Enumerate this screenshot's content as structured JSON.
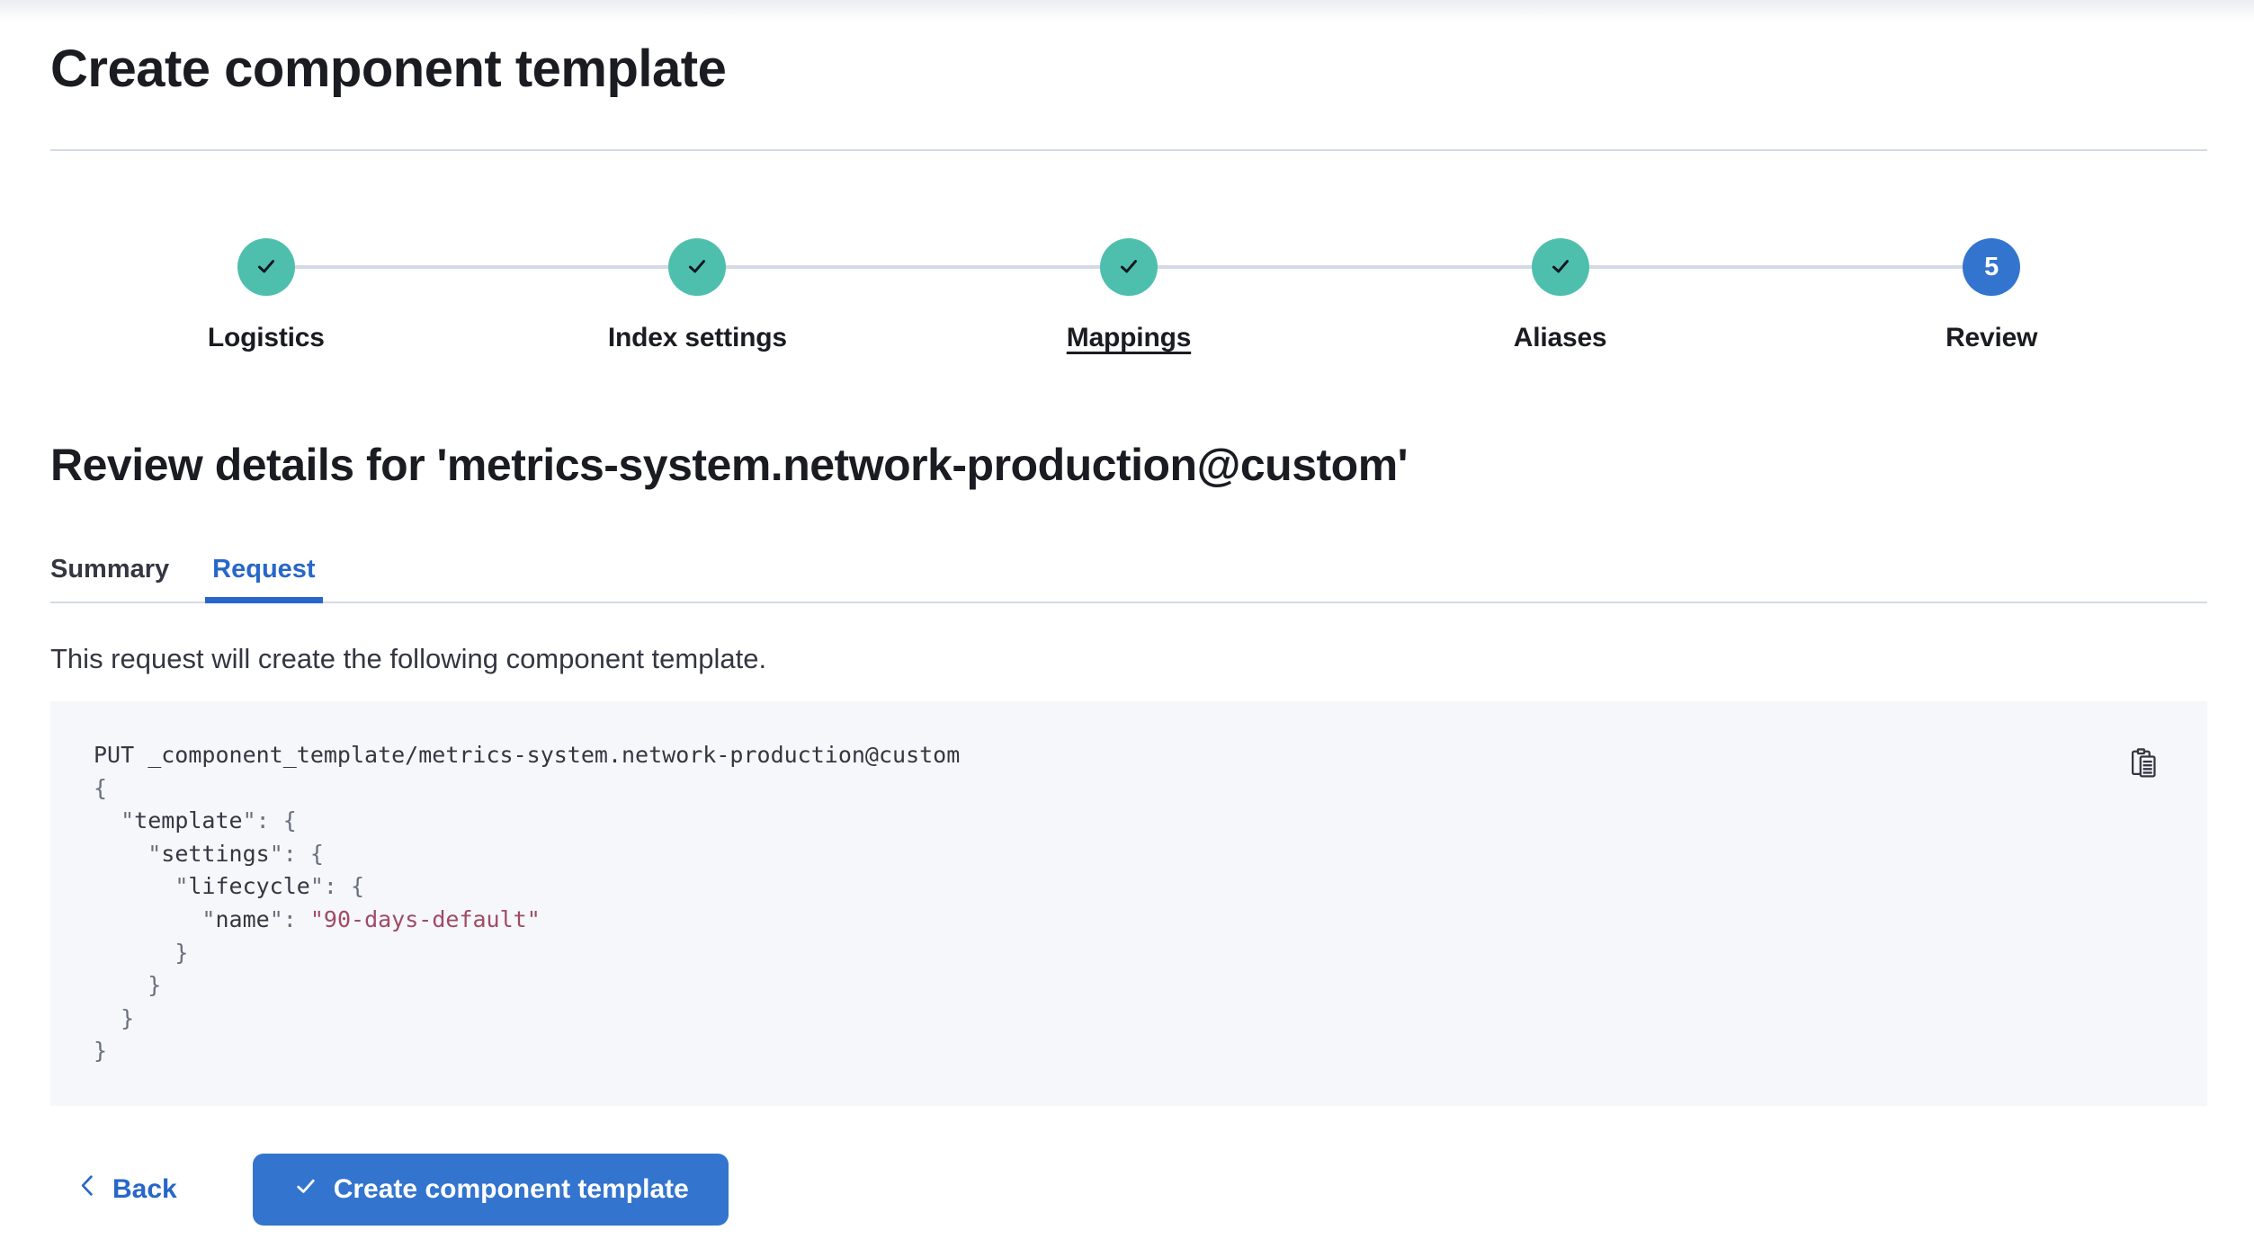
{
  "header": {
    "title": "Create component template"
  },
  "stepper": {
    "steps": [
      {
        "label": "Logistics",
        "status": "complete"
      },
      {
        "label": "Index settings",
        "status": "complete"
      },
      {
        "label": "Mappings",
        "status": "complete",
        "underlined": true
      },
      {
        "label": "Aliases",
        "status": "complete"
      },
      {
        "label": "Review",
        "status": "current",
        "number": "5"
      }
    ]
  },
  "review": {
    "heading": "Review details for 'metrics-system.network-production@custom'"
  },
  "tabs": [
    {
      "label": "Summary",
      "active": false
    },
    {
      "label": "Request",
      "active": true
    }
  ],
  "request": {
    "description": "This request will create the following component template.",
    "code_lines": [
      [
        {
          "t": "PUT _component_template/metrics-system.network-production@custom",
          "c": "plain"
        }
      ],
      [
        {
          "t": "{",
          "c": "punct"
        }
      ],
      [
        {
          "t": "  ",
          "c": "plain"
        },
        {
          "t": "\"",
          "c": "punct"
        },
        {
          "t": "template",
          "c": "key"
        },
        {
          "t": "\"",
          "c": "punct"
        },
        {
          "t": ": ",
          "c": "punct"
        },
        {
          "t": "{",
          "c": "punct"
        }
      ],
      [
        {
          "t": "    ",
          "c": "plain"
        },
        {
          "t": "\"",
          "c": "punct"
        },
        {
          "t": "settings",
          "c": "key"
        },
        {
          "t": "\"",
          "c": "punct"
        },
        {
          "t": ": ",
          "c": "punct"
        },
        {
          "t": "{",
          "c": "punct"
        }
      ],
      [
        {
          "t": "      ",
          "c": "plain"
        },
        {
          "t": "\"",
          "c": "punct"
        },
        {
          "t": "lifecycle",
          "c": "key"
        },
        {
          "t": "\"",
          "c": "punct"
        },
        {
          "t": ": ",
          "c": "punct"
        },
        {
          "t": "{",
          "c": "punct"
        }
      ],
      [
        {
          "t": "        ",
          "c": "plain"
        },
        {
          "t": "\"",
          "c": "punct"
        },
        {
          "t": "name",
          "c": "key"
        },
        {
          "t": "\"",
          "c": "punct"
        },
        {
          "t": ": ",
          "c": "punct"
        },
        {
          "t": "\"90-days-default\"",
          "c": "string"
        }
      ],
      [
        {
          "t": "      ",
          "c": "plain"
        },
        {
          "t": "}",
          "c": "punct"
        }
      ],
      [
        {
          "t": "    ",
          "c": "plain"
        },
        {
          "t": "}",
          "c": "punct"
        }
      ],
      [
        {
          "t": "  ",
          "c": "plain"
        },
        {
          "t": "}",
          "c": "punct"
        }
      ],
      [
        {
          "t": "}",
          "c": "punct"
        }
      ]
    ]
  },
  "footer": {
    "back_label": "Back",
    "create_label": "Create component template"
  },
  "icons": {
    "step_complete": "check-icon",
    "copy": "copy-clipboard-icon",
    "back": "chevron-left-icon",
    "create": "check-icon"
  },
  "colors": {
    "heading_text": "#1A1C21",
    "body_text": "#343741",
    "link_blue": "#2767C9",
    "fill_blue": "#3374CE",
    "success_teal": "#4FBFAD",
    "divider": "#D3DAE6",
    "code_panel_bg": "#F5F7FA",
    "code_punctuation": "#69707D",
    "code_string": "#A04B62"
  }
}
